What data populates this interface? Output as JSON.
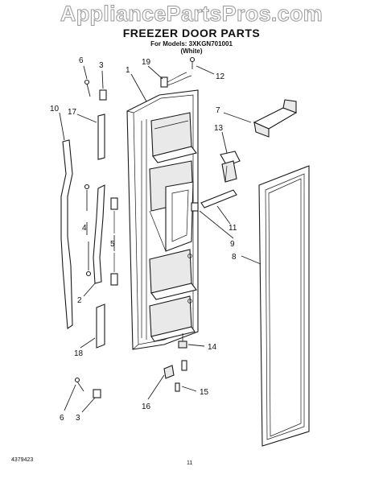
{
  "watermark": "AppliancePartsPros.com",
  "header": {
    "title": "FREEZER DOOR PARTS",
    "models_line": "For Models: 3XKGN701001",
    "color_line": "(White)"
  },
  "footer": {
    "doc_number": "4379423",
    "page": "11"
  },
  "callouts": {
    "c1": "1",
    "c2": "2",
    "c3a": "3",
    "c3b": "3",
    "c4": "4",
    "c5": "5",
    "c6a": "6",
    "c6b": "6",
    "c7": "7",
    "c8": "8",
    "c9": "9",
    "c10": "10",
    "c11": "11",
    "c12": "12",
    "c13": "13",
    "c14": "14",
    "c15": "15",
    "c16": "16",
    "c17": "17",
    "c18": "18",
    "c19": "19"
  }
}
